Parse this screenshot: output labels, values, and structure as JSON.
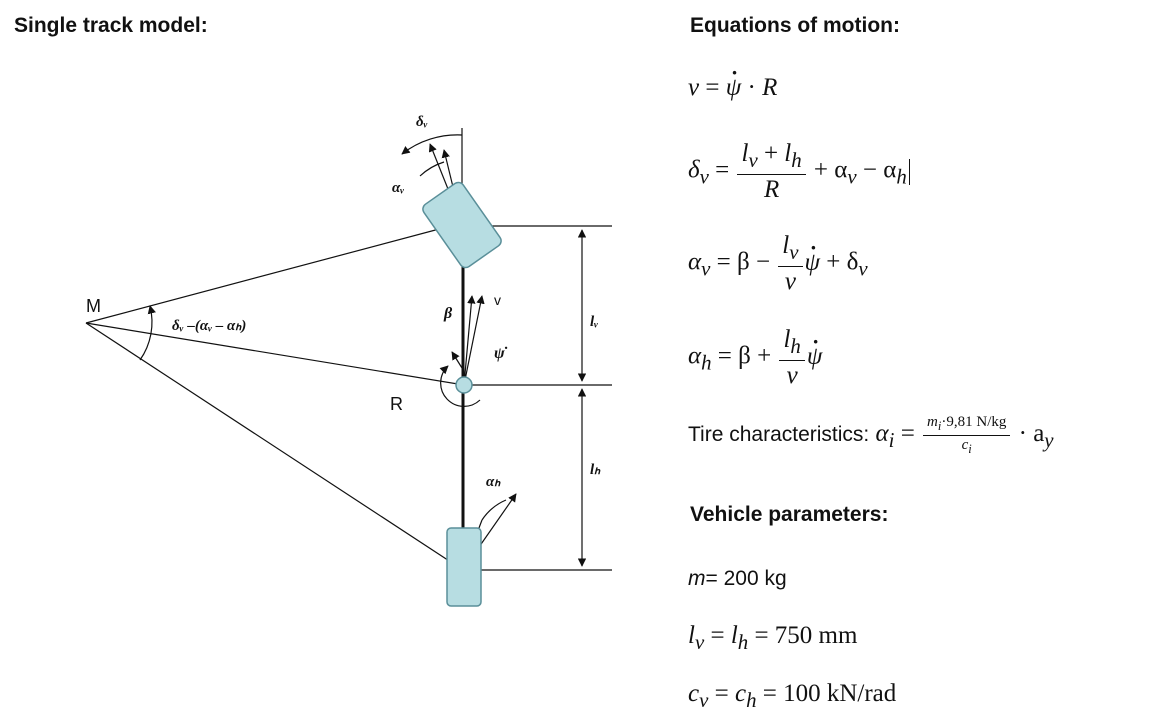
{
  "left_heading": "Single track model:",
  "right_heading": "Equations of motion:",
  "diagram": {
    "label_M": "M",
    "label_R": "R",
    "label_v": "v",
    "label_beta": "β",
    "label_psidot": "ψ̇",
    "label_delta_v": "δᵥ",
    "label_alpha_v": "αᵥ",
    "label_alpha_h": "αₕ",
    "label_l_v": "lᵥ",
    "label_l_h": "lₕ",
    "label_angle_M": "δᵥ –(αᵥ – αₕ)",
    "colors": {
      "wheel_fill": "#b7dde2",
      "wheel_stroke": "#5a8f99",
      "line": "#111111"
    }
  },
  "equations": {
    "eq1": {
      "lhs": "v",
      "op": "=",
      "rhs_psi": "ψ",
      "mul": "·",
      "R": "R"
    },
    "eq2": {
      "lhs_delta": "δ",
      "lhs_sub": "v",
      "op": "=",
      "num_l1": "l",
      "num_sub1": "v",
      "plus": "+",
      "num_l2": "l",
      "num_sub2": "h",
      "den": "R",
      "rest": "+ α",
      "rest_sub1": "v",
      "minus": "− α",
      "rest_sub2": "h"
    },
    "eq3": {
      "lhs_alpha": "α",
      "lhs_sub": "v",
      "op": "= β −",
      "num_l": "l",
      "num_sub": "v",
      "den": "v",
      "psi": "ψ",
      "plus": "+ δ",
      "plus_sub": "v"
    },
    "eq4": {
      "lhs_alpha": "α",
      "lhs_sub": "h",
      "op": "= β +",
      "num_l": "l",
      "num_sub": "h",
      "den": "v",
      "psi": "ψ"
    },
    "tire": {
      "label": "Tire characteristics:",
      "alpha": "α",
      "alpha_sub": "i",
      "op": "=",
      "num_m": "m",
      "num_sub": "i",
      "num_rest": "·9,81 N/kg",
      "den_c": "c",
      "den_sub": "i",
      "mul": "· a",
      "a_sub": "y"
    }
  },
  "vehicle_heading": "Vehicle parameters:",
  "params": {
    "mass_var": "m",
    "mass_rest": "= 200 kg",
    "len_l1": "l",
    "len_sub1": "v",
    "len_eq": "=",
    "len_l2": "l",
    "len_sub2": "h",
    "len_val": "= 750 mm",
    "c_c1": "c",
    "c_sub1": "v",
    "c_eq": "=",
    "c_c2": "c",
    "c_sub2": "h",
    "c_val": "= 100 kN/rad"
  }
}
